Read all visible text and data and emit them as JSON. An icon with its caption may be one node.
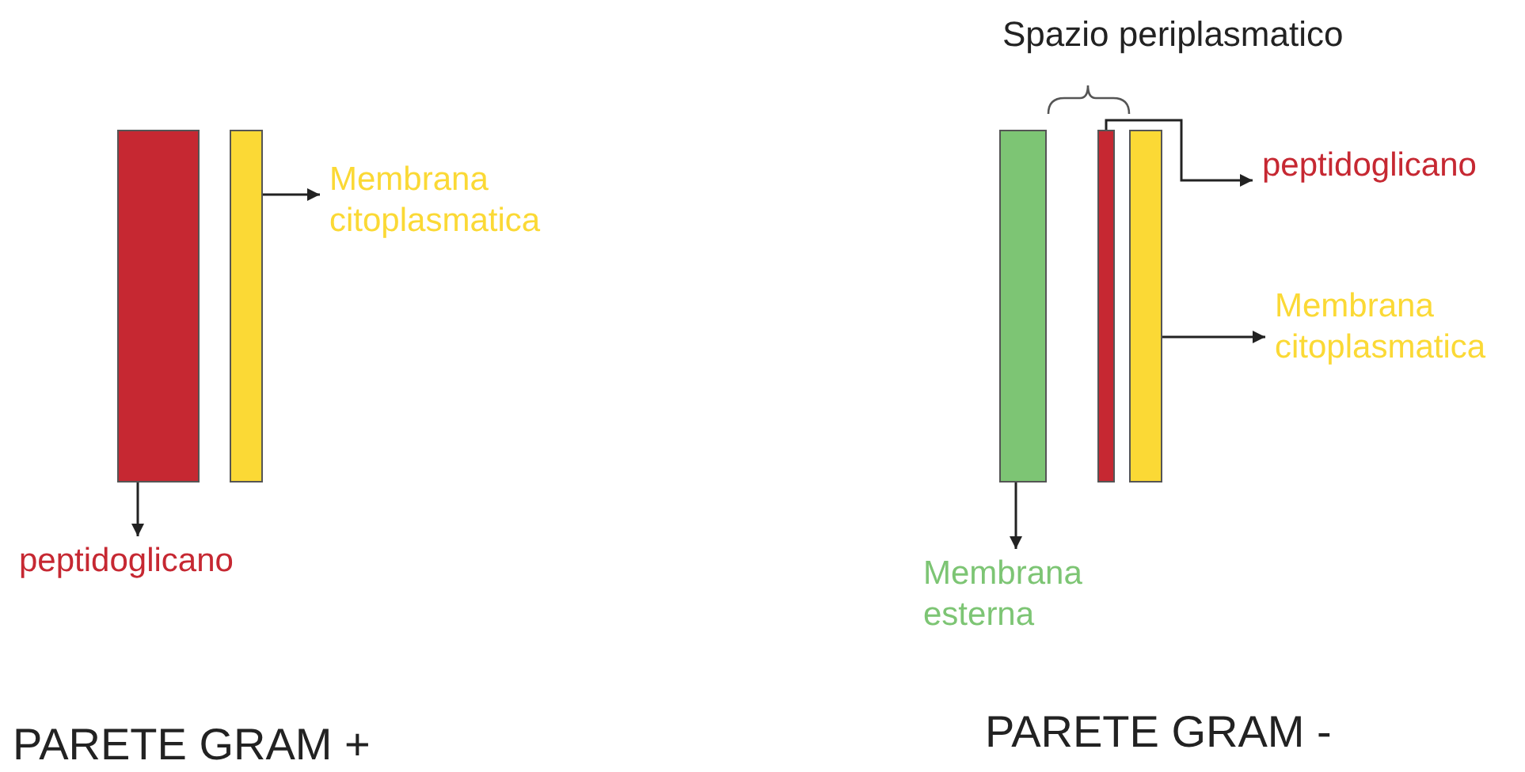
{
  "diagram": {
    "nodes": [
      {
        "text": [],
        "shape": "bar"
      },
      {
        "text": [],
        "shape": "bar"
      },
      {
        "text": [
          "Membrana citoplasmatica"
        ]
      },
      {
        "text": [
          "peptidoglicano"
        ]
      },
      {
        "text": [],
        "shape": "bar"
      },
      {
        "text": [],
        "shape": "bar"
      },
      {
        "text": [],
        "shape": "bar"
      },
      {
        "text": [
          "peptidoglicano"
        ]
      },
      {
        "text": [
          "Membrana citoplasmatica"
        ]
      },
      {
        "text": [
          "Membrana esterna"
        ]
      }
    ],
    "edges": [
      {
        "from": 1,
        "to": 2,
        "arrow": "to"
      },
      {
        "from": 0,
        "to": 3,
        "arrow": "to"
      },
      {
        "from": 5,
        "to": 7,
        "arrow": "to"
      },
      {
        "from": 6,
        "to": 8,
        "arrow": "to"
      },
      {
        "from": 4,
        "to": 9,
        "arrow": "to"
      }
    ],
    "labels": [
      "Spazio periplasmatico",
      "PARETE GRAM +",
      "PARETE GRAM -"
    ]
  }
}
